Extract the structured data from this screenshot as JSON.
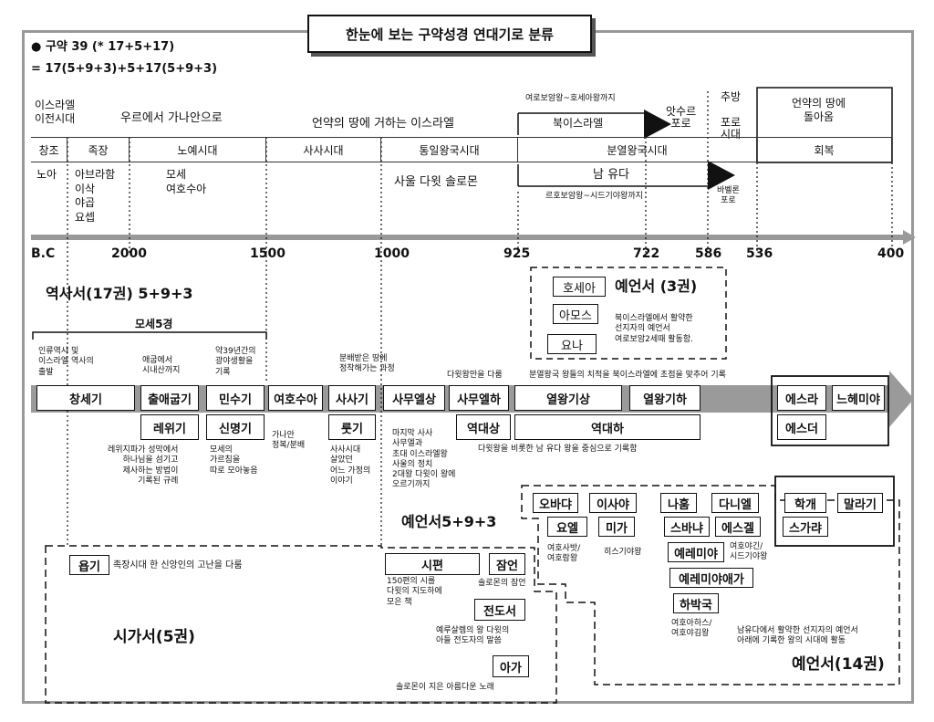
{
  "title": "한눈에 보는 구약성경 연대기로 분류",
  "header": {
    "line1": "● 구약 39 (* 17+5+17)",
    "line2": "= 17(5+9+3)+5+17(5+9+3)"
  },
  "eras_top": {
    "israel_before": "이스라엘\n이전시대",
    "ur_canaan": "우르에서 가나안으로",
    "promised_land": "언약의 땅에 거하는 이스라엘",
    "jeroboam_hoshea": "여로보암왕~호세아왕까지",
    "north_israel": "북이스라엘",
    "assyria": "앗수르\n포로",
    "exile": "추방\n\n포로\n시대",
    "return_land": "언약의 땅에\n돌아옴"
  },
  "periods": [
    "창조",
    "족장",
    "노예시대",
    "사사시대",
    "통일왕국시대",
    "분열왕국시대",
    "회복"
  ],
  "below_periods": {
    "noah": "노아",
    "patriarchs": "아브라함\n이삭\n야곱\n요셉",
    "moses_joshua": "모세\n여호수아",
    "kings": "사울  다윗  솔로몬",
    "south_judah": "남 유다",
    "rehoboam_zedekiah": "르호보암왕~시드기야왕까지",
    "babylon": "바벨론\n포로"
  },
  "timeline": {
    "bc": "B.C",
    "years": [
      "2000",
      "1500",
      "1000",
      "925",
      "722",
      "586",
      "536",
      "400"
    ]
  },
  "history": {
    "title": "역사서(17권) 5+9+3",
    "moses5": "모세5경",
    "note_genesis": "인류역사 및\n이스라엘 역사의\n출발",
    "note_exodus": "애굽에서\n시내산까지",
    "note_numbers": "약39년간의\n광야생활을\n기록",
    "note_judges": "분배받은 땅에\n정착해가는 과정",
    "note_samuel": "다윗왕만을 다룸",
    "note_kings": "분열왕국 왕들의 치적을 북이스라엘에 초점을 맞추어 기록",
    "note_leviticus": "레위지파가 성막에서\n하나님을 섬기고\n제사하는 방법이\n기록된 규례",
    "note_deut": "모세의\n가르침을\n따로 모아놓음",
    "note_joshua": "가나안\n정복/분배",
    "note_ruth": "사사시대\n살았던\n어느 가정의\n이야기",
    "note_samuel_all": "마지막 사사\n사무엘과\n초대 이스라엘왕\n사울의 정치\n2대왕 다윗이 왕에\n오르기까지",
    "note_chron": "다윗왕을 비롯한 남 유다 왕을 중심으로 기록함",
    "books": {
      "genesis": "창세기",
      "exodus": "출애굽기",
      "leviticus": "레위기",
      "numbers": "민수기",
      "deut": "신명기",
      "joshua": "여호수아",
      "judges": "사사기",
      "ruth": "룻기",
      "samuel1": "사무엘상",
      "samuel2": "사무엘하",
      "chron1": "역대상",
      "kings1": "열왕기상",
      "kings2": "열왕기하",
      "chron2": "역대하",
      "ezra": "에스라",
      "nehemiah": "느헤미야",
      "esther": "에스더"
    }
  },
  "prophets3": {
    "title": "예언서 (3권)",
    "books": [
      "호세아",
      "아모스",
      "요나"
    ],
    "note": "북이스라엘에서 활약한\n선지자의 예언서\n여로보암2세때 활동함."
  },
  "poetry": {
    "title": "시가서(5권)",
    "job": "욥기",
    "job_note": "족장시대 한 신앙인의 고난을 다룸",
    "psalms": "시편",
    "psalms_note": "150편의 시를\n다윗의 지도하에\n모은 책",
    "proverbs": "잠언",
    "proverbs_note": "솔로몬의 잠언",
    "ecclesiastes": "전도서",
    "eccl_note": "예루살렘의 왕 다윗의\n아들 전도자의 말씀",
    "song": "아가",
    "song_note": "솔로몬이 지은 아름다운 노래"
  },
  "prophets_mid": "예언서5+9+3",
  "prophets14": {
    "title": "예언서(14권)",
    "books": {
      "obadiah": "오바댜",
      "isaiah": "이사야",
      "nahum": "나훔",
      "daniel": "다니엘",
      "haggai": "학개",
      "malachi": "말라기",
      "joel": "요엘",
      "micah": "미가",
      "zephaniah": "스바냐",
      "ezekiel": "에스겔",
      "zechariah": "스가랴",
      "jeremiah": "예레미야",
      "lamentations": "예레미야애가",
      "habakkuk": "하박국"
    },
    "note_joel": "여호사밧/\n여호람왕",
    "note_micah": "히스기야왕",
    "note_ezekiel": "여호야긴/\n시드기야왕",
    "note_habakkuk": "여호아하스/\n여호야김왕",
    "note_all": "남유다에서 활약한 선지자의 예언서\n아래에 기록한 왕의 시대에 활동"
  }
}
